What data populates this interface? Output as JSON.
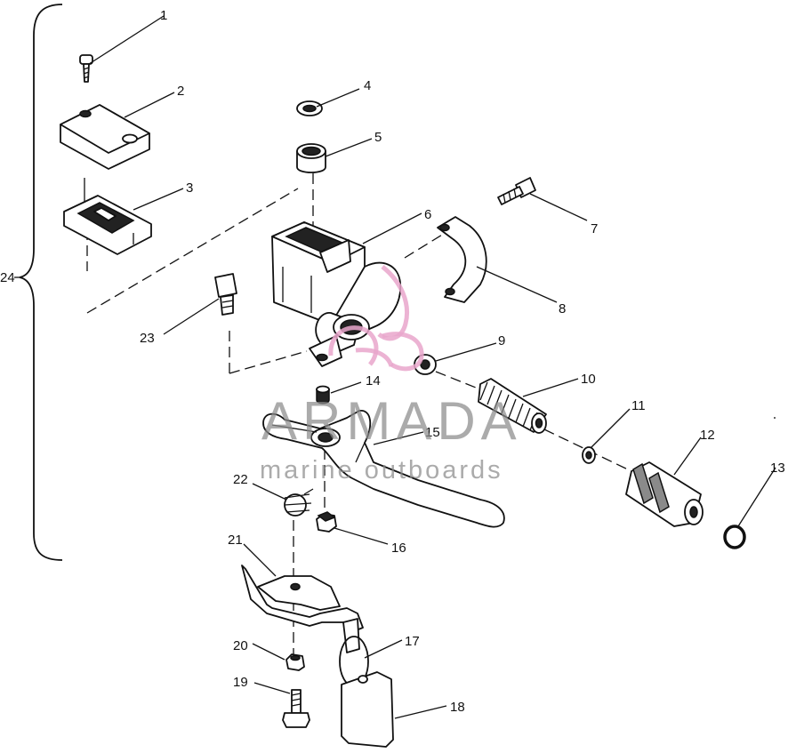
{
  "diagram": {
    "callouts": [
      "1",
      "2",
      "3",
      "4",
      "5",
      "6",
      "7",
      "8",
      "9",
      "10",
      "11",
      "12",
      "13",
      "14",
      "15",
      "16",
      "17",
      "18",
      "19",
      "20",
      "21",
      "22",
      "23",
      "24"
    ],
    "parts": [
      "screw",
      "cover",
      "diaphragm",
      "washer",
      "bushing",
      "master-cylinder-body",
      "clamp-screw",
      "clamp",
      "washer",
      "spring",
      "washer",
      "piston",
      "snap-ring",
      "bushing",
      "brake-lever",
      "nut",
      "key-ring",
      "key-tag",
      "screw",
      "nut",
      "bracket",
      "spring",
      "pivot-bolt",
      "assembly"
    ]
  },
  "watermark": {
    "brand": "ARMADA",
    "tagline": "marine outboards",
    "logo_color": "#e9a6cb",
    "text_color": "#8c8c8c"
  }
}
